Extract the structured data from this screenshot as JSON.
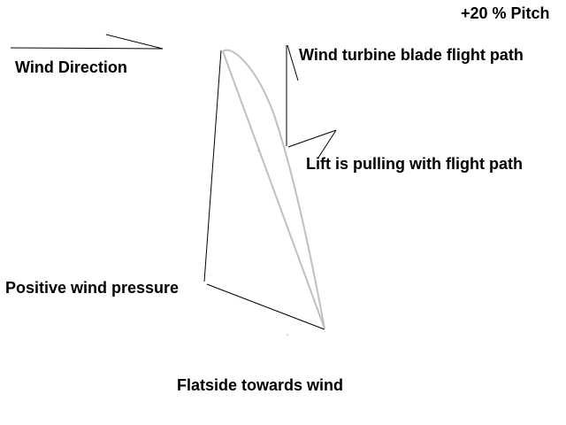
{
  "labels": {
    "pitch": "+20 % Pitch",
    "wind_direction": "Wind Direction",
    "blade_flight_path": "Wind turbine blade flight path",
    "lift": "Lift is pulling with flight path",
    "positive_pressure": "Positive wind pressure",
    "flatside": "Flatside towards wind"
  },
  "colors": {
    "line": "#000000",
    "blade_outline": "#c0c0c0",
    "text": "#000000",
    "background": "#ffffff"
  }
}
